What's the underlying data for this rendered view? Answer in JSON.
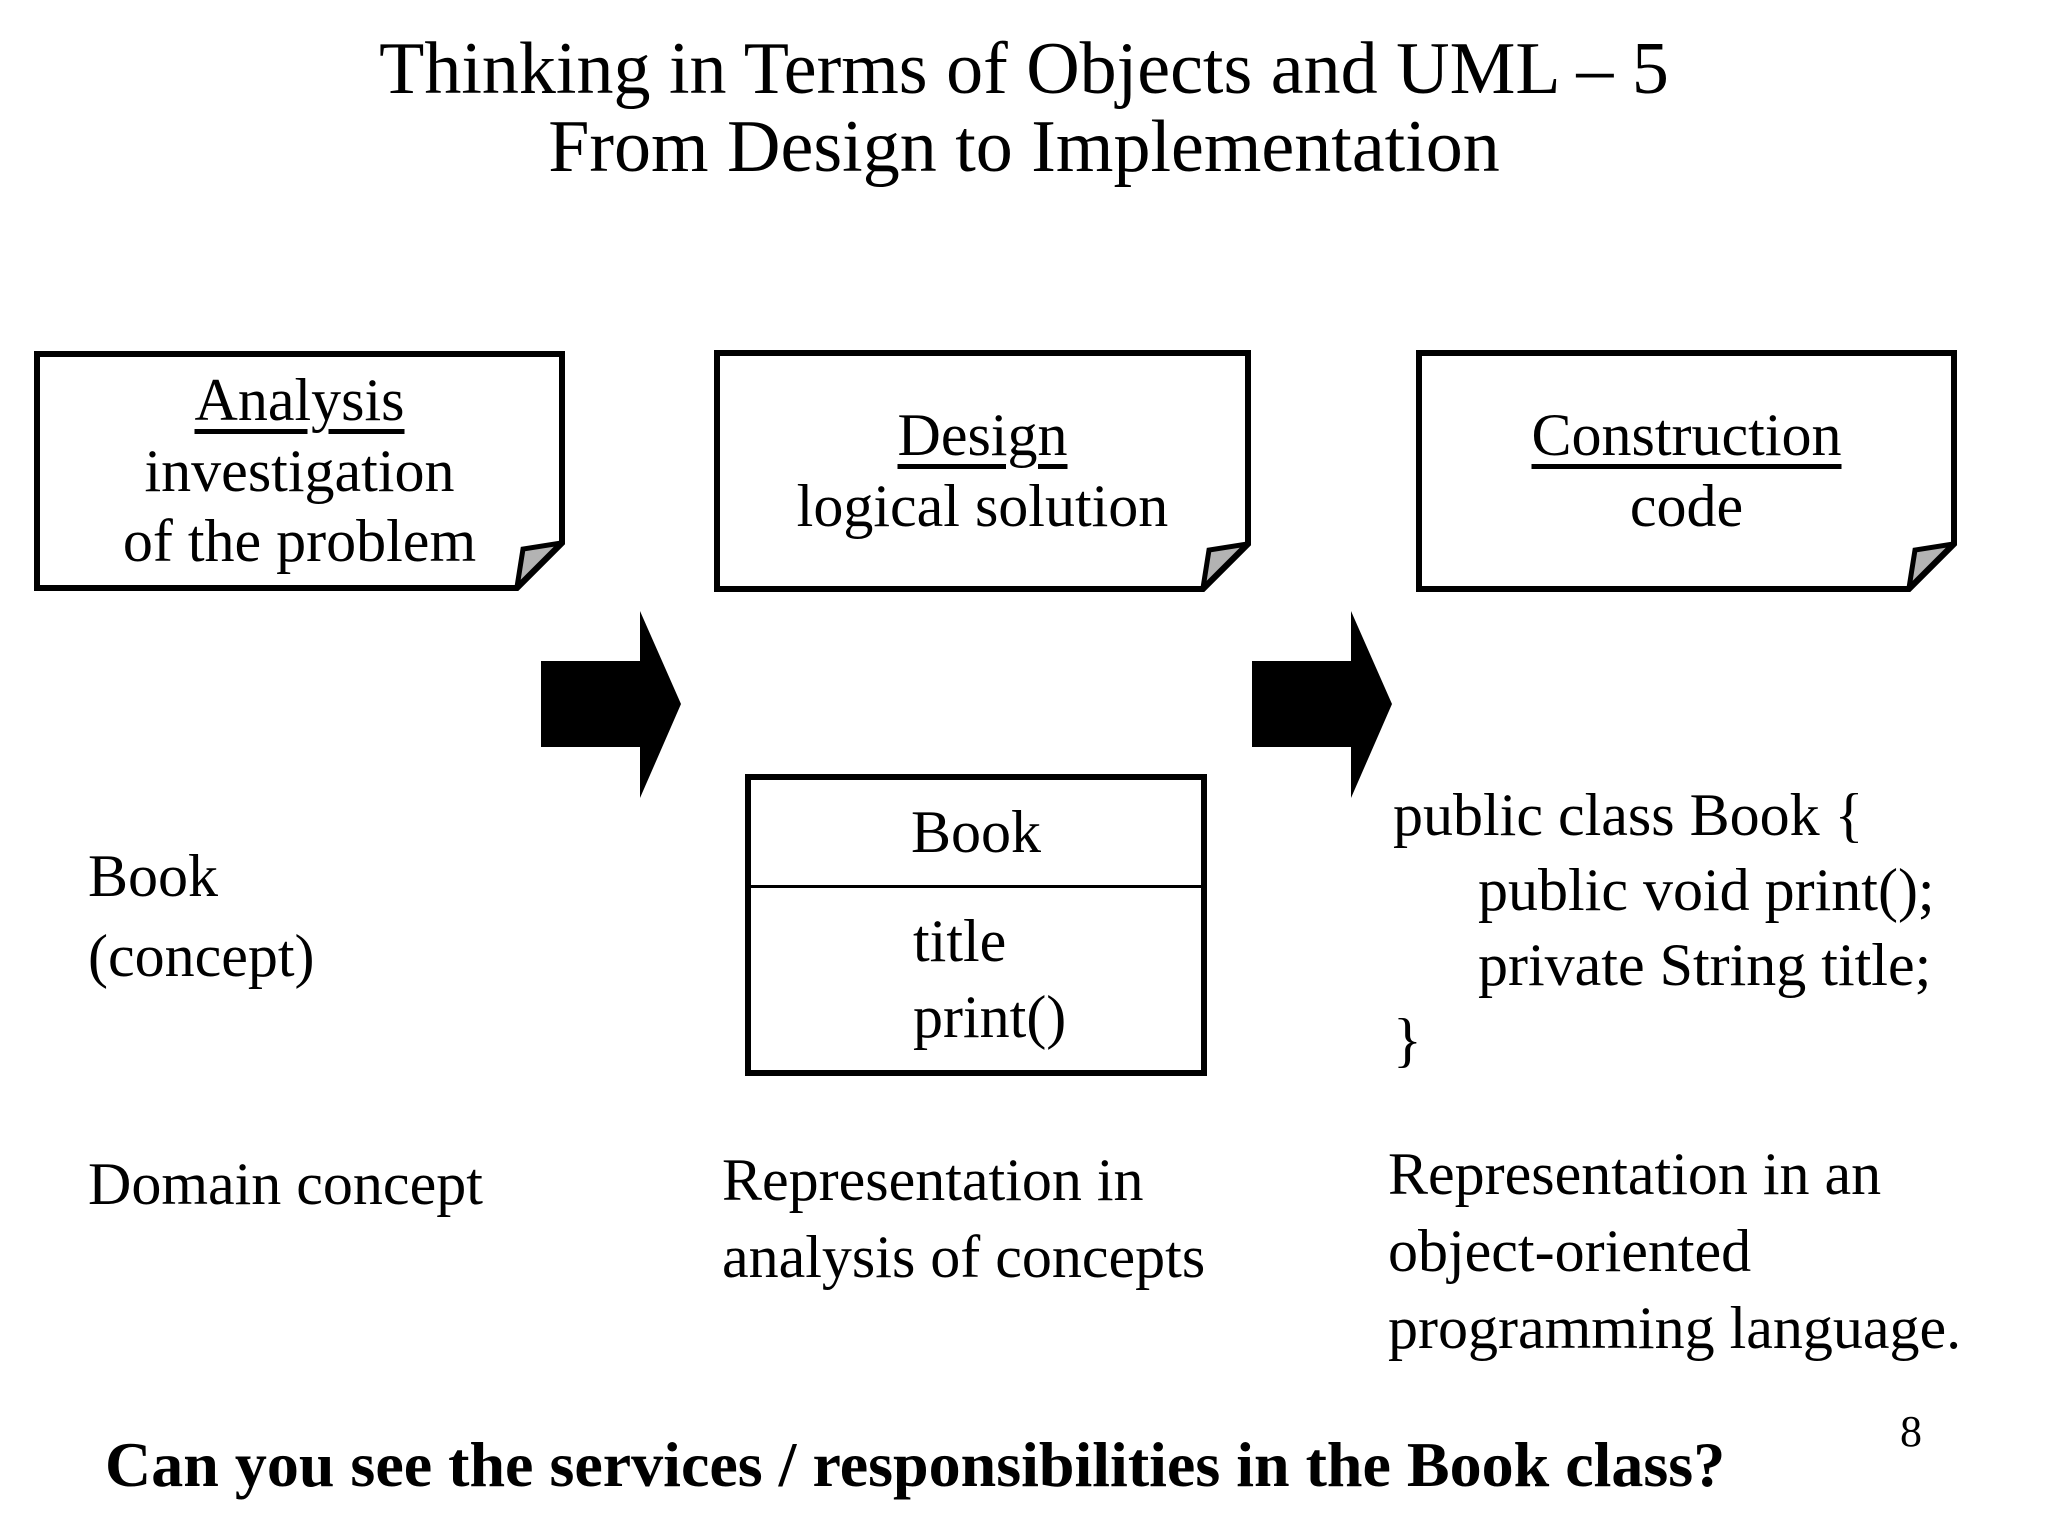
{
  "title": {
    "line1": "Thinking in Terms of Objects and UML – 5",
    "line2": "From Design to Implementation"
  },
  "phases": {
    "analysis": {
      "heading": "Analysis",
      "lines": [
        "investigation",
        "of the problem"
      ]
    },
    "design": {
      "heading": "Design",
      "lines": [
        "logical solution"
      ]
    },
    "construction": {
      "heading": "Construction",
      "lines": [
        "code"
      ]
    }
  },
  "icons": {
    "flow_arrow": "right-block-arrow",
    "note_fold": "folded-corner"
  },
  "domain_example": {
    "lines": [
      "Book",
      "(concept)"
    ]
  },
  "uml_class": {
    "name": "Book",
    "members": [
      "title",
      "print()"
    ]
  },
  "code": {
    "lines": [
      "public class Book {",
      "public void print();",
      "private String title;",
      "}"
    ]
  },
  "captions": {
    "analysis": {
      "lines": [
        "Domain concept"
      ]
    },
    "design": {
      "lines": [
        "Representation in",
        "analysis of concepts"
      ]
    },
    "construction": {
      "lines": [
        "Representation in an",
        "object-oriented",
        "programming language."
      ]
    }
  },
  "question": "Can you see the services / responsibilities in the Book class?",
  "page_number": "8",
  "colors": {
    "ink": "#000000",
    "paper": "#ffffff",
    "fold_fill": "#b3b3b3"
  }
}
